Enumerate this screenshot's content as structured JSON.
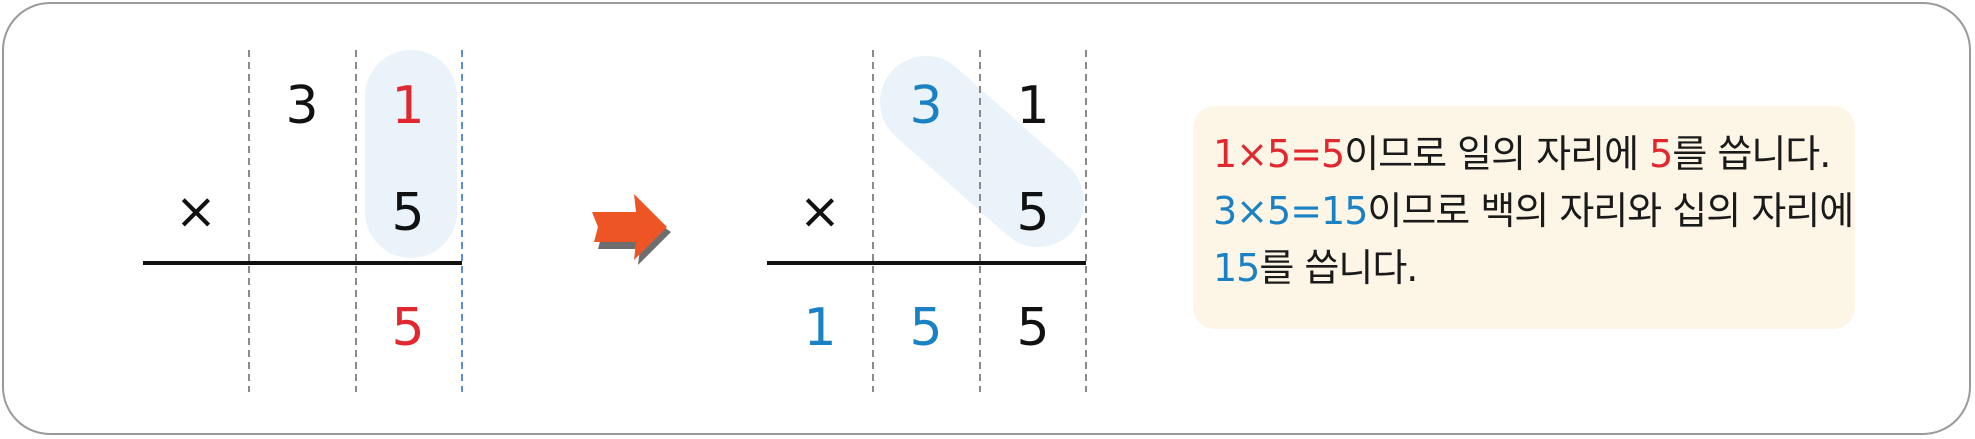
{
  "colors": {
    "red": "#e0282e",
    "blue": "#1a82c4",
    "highlight": "#eaf3f9",
    "arrow": "#ee5524",
    "note_bg": "#fdf6e6"
  },
  "left_calc": {
    "top_tens": "3",
    "top_ones": "1",
    "operator": "×",
    "multiplier": "5",
    "result_ones": "5"
  },
  "arrow_icon": "right-arrow-icon",
  "right_calc": {
    "top_tens": "3",
    "top_ones": "1",
    "operator": "×",
    "multiplier": "5",
    "result_hundreds": "1",
    "result_tens": "5",
    "result_ones": "5"
  },
  "note": {
    "line1": {
      "expr": "1×5=5",
      "text1": "이므로 일의 자리에 ",
      "digit": "5",
      "text2": "를 씁니다."
    },
    "line2": {
      "expr": "3×5=15",
      "text1": "이므로 백의 자리와 십의 자리에"
    },
    "line3": {
      "digit": "15",
      "text1": "를 씁니다."
    }
  }
}
